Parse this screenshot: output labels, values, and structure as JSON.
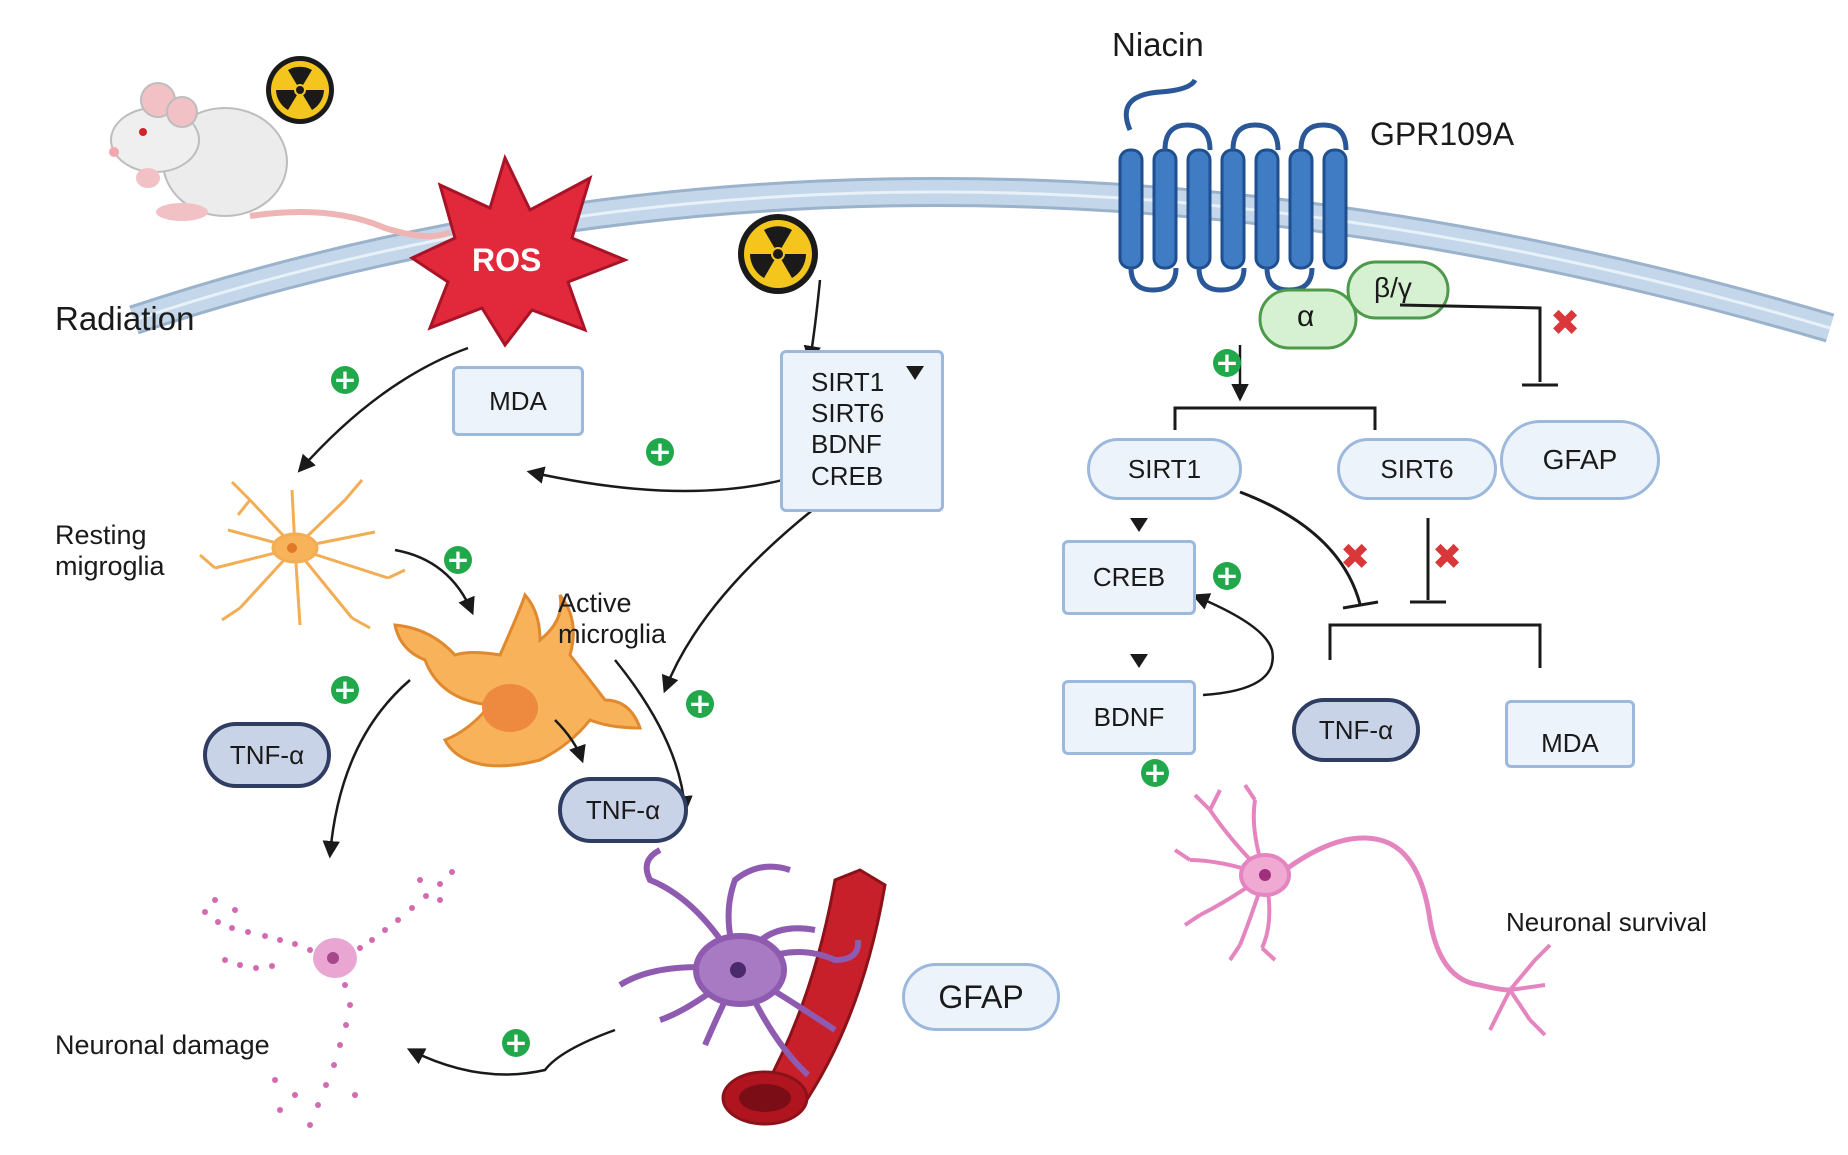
{
  "labels": {
    "radiation": "Radiation",
    "ros": "ROS",
    "mda_left": "MDA",
    "sirt_list": "SIRT1\nSIRT6\nBDNF\nCREB",
    "resting_microglia": "Resting\nmigroglia",
    "active_microglia": "Active\nmicroglia",
    "tnf_left": "TNF-α",
    "tnf_center": "TNF-α",
    "neuronal_damage": "Neuronal damage",
    "gfap_left": "GFAP",
    "niacin": "Niacin",
    "gpr109a": "GPR109A",
    "alpha": "α",
    "beta_gamma": "β/γ",
    "sirt1_right": "SIRT1",
    "sirt6_right": "SIRT6",
    "gfap_right": "GFAP",
    "creb_right": "CREB",
    "bdnf_right": "BDNF",
    "tnf_right": "TNF-α",
    "mda_right": "MDA",
    "neuronal_survival": "Neuronal survival"
  },
  "icons": {
    "radiation": "radiation-hazard-icon",
    "promote": "plus-circle-icon",
    "inhibit": "red-x-icon"
  },
  "colors": {
    "membrane": "#c4d6ea",
    "membrane_edge": "#9ab2cc",
    "ros_fill": "#e2283b",
    "receptor": "#3f7cc4",
    "g_protein": "#d6f0d2",
    "microglia": "#f7b25a",
    "astrocyte": "#a87ac4",
    "neuron": "#e585bf",
    "plus": "#21a84a",
    "inhibit": "#d9373a"
  }
}
